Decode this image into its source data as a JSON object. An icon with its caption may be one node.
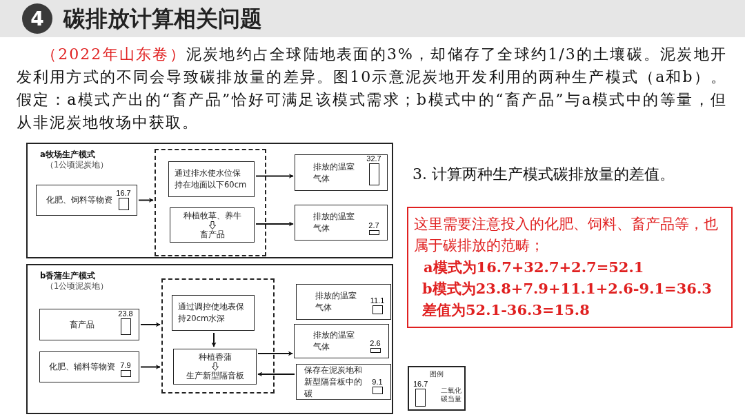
{
  "diagram": {
    "title": "碳排放计算相关问题",
    "nodes": [
      {
        "text": [
          "a牧场生产模式",
          "（1公顷泥炭地）"
        ]
      },
      {
        "text": [
          "化肥、饲料等物资",
          "16.7"
        ],
        "in": 0
      },
      {
        "text": [],
        "shape": "box",
        "in": 0
      },
      {
        "text": [
          "通过排水使水位保持在地面以下60cm"
        ],
        "in": 2
      },
      {
        "text": [
          "种植牧草、养牛",
          "畜产品"
        ],
        "in": 2
      },
      {
        "text": [
          "排放的温室气体",
          "32.7"
        ],
        "in": 0
      },
      {
        "text": [
          "排放的温室气体",
          "2.7"
        ],
        "in": 0
      },
      {
        "text": [
          "b香蒲生产模式",
          "（1公顷泥炭地）"
        ]
      },
      {
        "text": [
          "畜产品",
          "23.8"
        ],
        "in": 7
      },
      {
        "text": [
          "化肥、辅料等物资",
          "7.9"
        ],
        "in": 7
      },
      {
        "text": [],
        "shape": "box",
        "in": 7
      },
      {
        "text": [
          "通过调控使地表保持20cm水深"
        ],
        "in": 10
      },
      {
        "text": [
          "种植香蒲",
          "生产新型隔音板"
        ],
        "in": 10
      },
      {
        "text": [
          "排放的温室气体",
          "11.1"
        ],
        "in": 7
      },
      {
        "text": [
          "排放的温室气体",
          "2.6"
        ],
        "in": 7
      },
      {
        "text": [
          "保存在泥炭地和新型隔音板中的碳",
          "9.1"
        ],
        "in": 7
      },
      {
        "text": [
          "图例",
          "16.7",
          "二氧化碳当量"
        ]
      },
      {
        "text": [
          "这里需要注意投入的化肥、饲料、畜产品等，也属于碳排放的范畴；",
          "a模式为16.7+32.7+2.7=52.1",
          "b模式为23.8+7.9+11.1+2.6-9.1=36.3",
          "差值为52.1-36.3=15.8"
        ]
      }
    ],
    "edges": [
      {
        "from": 1,
        "to": 2,
        "arrow": "to"
      },
      {
        "from": 3,
        "to": 5,
        "arrow": "to"
      },
      {
        "from": 4,
        "to": 6,
        "arrow": "to"
      },
      {
        "from": 8,
        "to": 10,
        "arrow": "to"
      },
      {
        "from": 9,
        "to": 10,
        "arrow": "to"
      },
      {
        "from": 11,
        "to": 12,
        "arrow": "to"
      },
      {
        "from": 12,
        "to": 14,
        "arrow": "to"
      },
      {
        "from": 15,
        "to": 12,
        "arrow": "to"
      }
    ],
    "labels": [
      "4",
      "（2022年山东卷）",
      "泥炭地约占全球陆地表面的3%，却储存了全球约1/3的土壤碳。泥炭地开发利用方式的不同会导致碳排放量的差异。图10示意泥炭地开发利用的两种生产模式（a和b）。假定：a模式产出的“畜产品”恰好可满足该模式需求；b模式中的“畜产品”与a模式中的等量，但从非泥炭地牧场中获取。",
      "3. 计算两种生产模式碳排放量的差值。"
    ]
  }
}
